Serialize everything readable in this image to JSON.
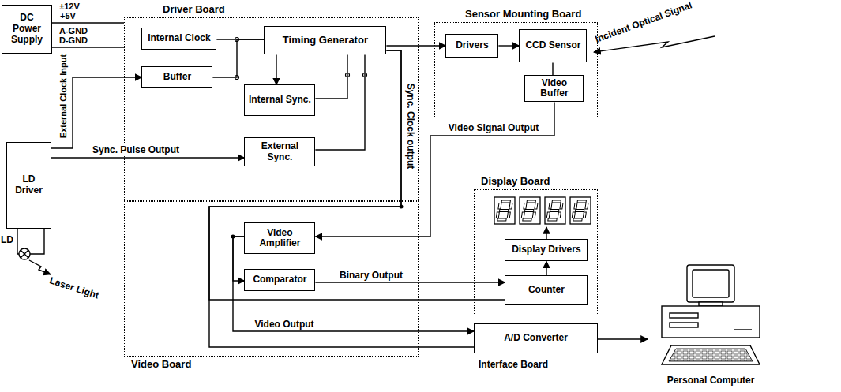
{
  "diagram": {
    "nodes": [
      {
        "text": [
          "DC Power Supply"
        ]
      },
      {
        "text": [
          "Driver Board"
        ]
      },
      {
        "text": [
          "Internal Clock"
        ],
        "in": 1
      },
      {
        "text": [
          "Buffer"
        ],
        "in": 1
      },
      {
        "text": [
          "Timing Generator"
        ],
        "in": 1
      },
      {
        "text": [
          "Internal Sync."
        ],
        "in": 1
      },
      {
        "text": [
          "External Sync."
        ],
        "in": 1
      },
      {
        "text": [
          "Sensor Mounting Board"
        ]
      },
      {
        "text": [
          "Drivers"
        ],
        "in": 7
      },
      {
        "text": [
          "CCD Sensor"
        ],
        "in": 7
      },
      {
        "text": [
          "Video Buffer"
        ],
        "in": 7
      },
      {
        "text": [
          "LD Driver"
        ]
      },
      {
        "text": [
          "Video Board"
        ]
      },
      {
        "text": [
          "Video Amplifier"
        ],
        "in": 12
      },
      {
        "text": [
          "Comparator"
        ],
        "in": 12
      },
      {
        "text": [
          "Display Board"
        ]
      },
      {
        "text": [
          "Display Drivers"
        ],
        "in": 15
      },
      {
        "text": [
          "Counter"
        ],
        "in": 15
      },
      {
        "text": [
          "A/D Converter"
        ]
      },
      {
        "text": [
          "Personal Computer"
        ]
      }
    ],
    "edges": [
      {
        "from": 2,
        "to": 4,
        "arrow": "none"
      },
      {
        "from": 3,
        "to": 4,
        "arrow": "none"
      },
      {
        "from": 4,
        "to": 5,
        "arrow": "to"
      },
      {
        "from": 5,
        "to": 4,
        "arrow": "none"
      },
      {
        "from": 6,
        "to": 4,
        "arrow": "none"
      },
      {
        "from": 4,
        "to": 8,
        "arrow": "to"
      },
      {
        "from": 8,
        "to": 9,
        "arrow": "to"
      },
      {
        "from": 9,
        "to": 10,
        "arrow": "none"
      },
      {
        "from": 10,
        "to": 13,
        "label": "Video Signal Output",
        "arrow": "to"
      },
      {
        "from": 4,
        "to": 17,
        "label": "Sync. Clock output",
        "arrow": "none"
      },
      {
        "from": 4,
        "to": 18,
        "arrow": "none"
      },
      {
        "from": 13,
        "to": 14,
        "arrow": "to"
      },
      {
        "from": 13,
        "to": 18,
        "label": "Video Output",
        "arrow": "to"
      },
      {
        "from": 14,
        "to": 17,
        "label": "Binary Output",
        "arrow": "to"
      },
      {
        "from": 17,
        "to": 16,
        "arrow": "to"
      },
      {
        "from": 18,
        "to": 19,
        "arrow": "to"
      },
      {
        "from": 11,
        "to": 3,
        "label": "External Clock Input",
        "arrow": "to"
      },
      {
        "from": 11,
        "to": 6,
        "label": "Sync. Pulse Output",
        "arrow": "to"
      },
      {
        "from": 0,
        "to": 1,
        "arrow": "none"
      }
    ],
    "labels": [
      "±12V",
      "+5V",
      "A-GND",
      "D-GND",
      "LD",
      "Laser Light",
      "Incident Optical Signal",
      "Interface Board"
    ]
  }
}
